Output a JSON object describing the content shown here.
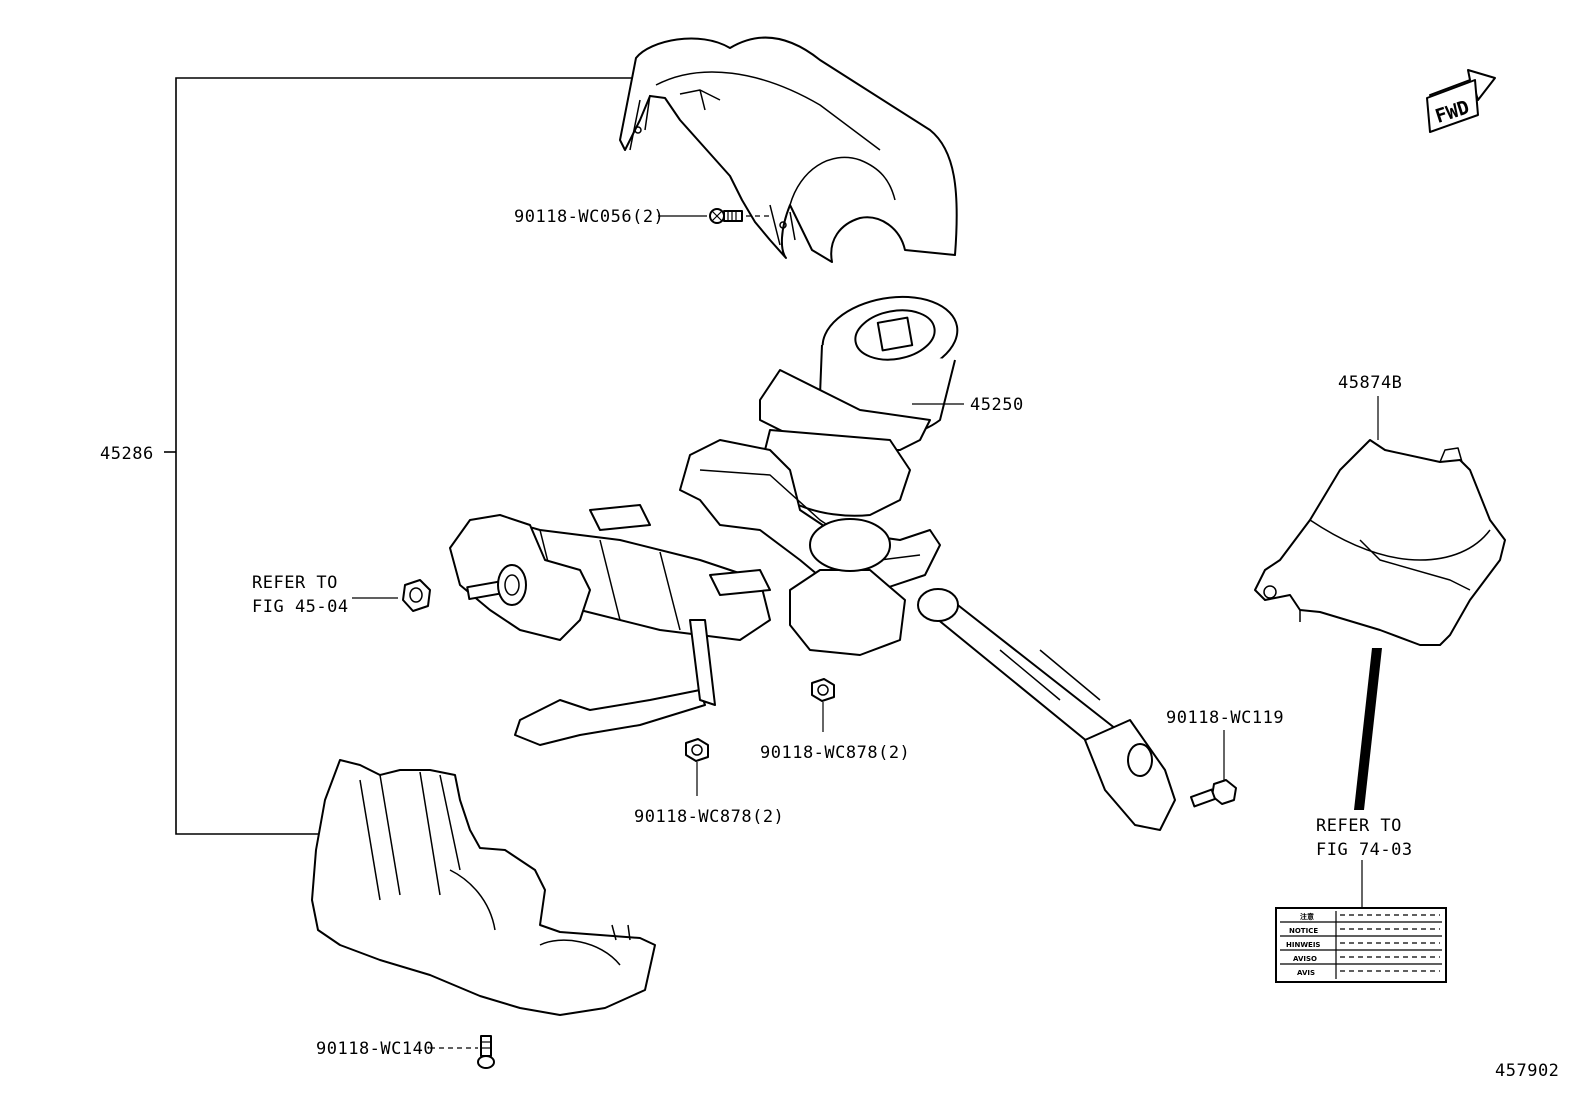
{
  "fwd_label": "FWD",
  "callouts": {
    "cover_upper_screw": "90118-WC056(2)",
    "column_assembly": "45250",
    "cover_set": "45286",
    "refer_left_line1": "REFER TO",
    "refer_left_line2": "FIG 45-04",
    "cover_part": "45874B",
    "bolt_right": "90118-WC119",
    "nut_middle": "90118-WC878(2)",
    "nut_lower": "90118-WC878(2)",
    "refer_right_line1": "REFER TO",
    "refer_right_line2": "FIG 74-03",
    "cover_lower_screw": "90118-WC140"
  },
  "notice_label": {
    "rows": [
      "注意",
      "NOTICE",
      "HINWEIS",
      "AVISO",
      "AVIS"
    ]
  },
  "figure_number": "457902"
}
